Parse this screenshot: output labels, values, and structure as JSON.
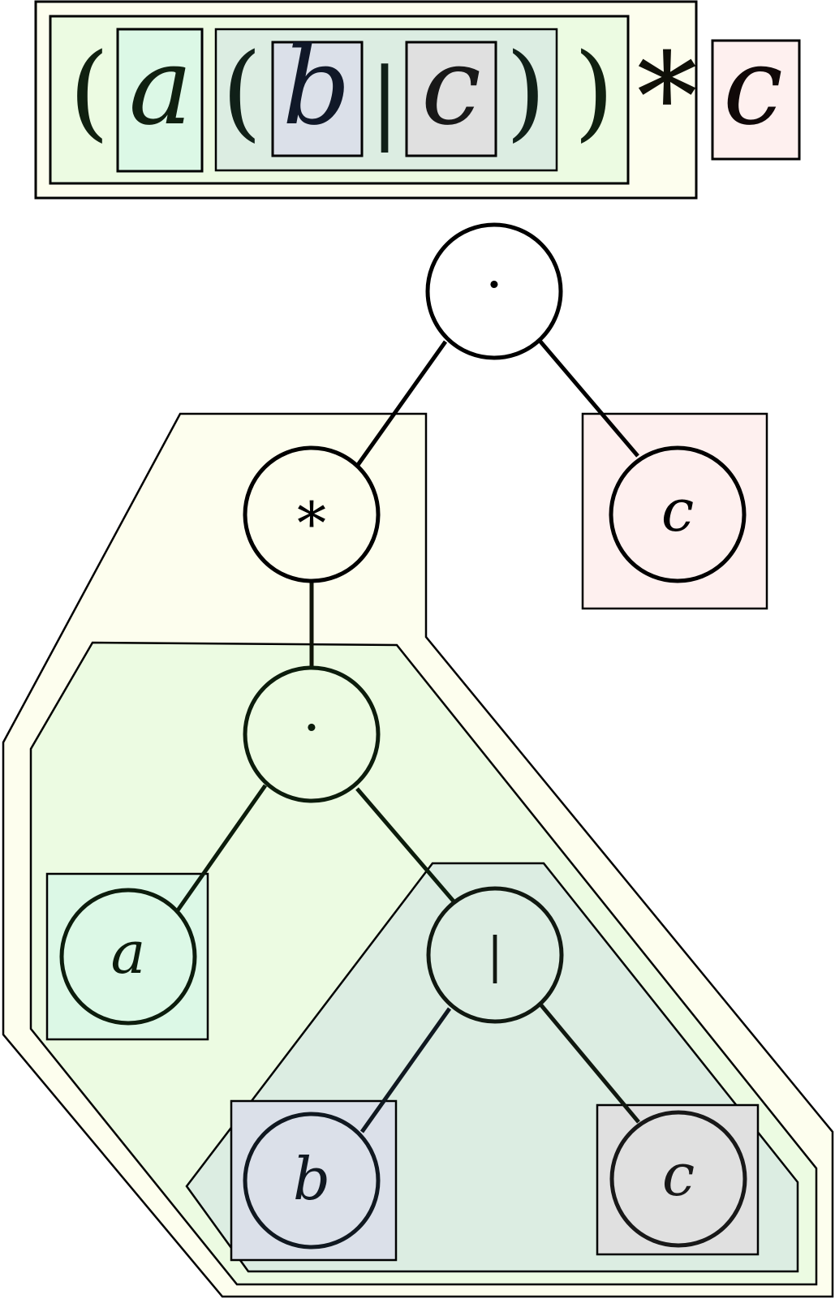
{
  "colors": {
    "star_group": "#fdfeee",
    "concat_group": "#ecfbe2",
    "alt_group": "#dcede2",
    "leaf_a": "#dcf8e6",
    "leaf_b": "#dbe0e9",
    "leaf_c_inner": "#e0e0e0",
    "leaf_c_outer": "#fef0ef",
    "stroke": "#000000",
    "node_fill": "#ffffff"
  },
  "expression": {
    "open_paren_outer": "(",
    "a": "a",
    "open_paren_inner": "(",
    "b": "b",
    "bar": "|",
    "c_inner": "c",
    "close_paren_inner": ")",
    "close_paren_outer": ")",
    "star": "*",
    "c_outer": "c"
  },
  "tree": {
    "root": "·",
    "star": "*",
    "concat": "·",
    "alt": "|",
    "leaf_a": "a",
    "leaf_b": "b",
    "leaf_c_inner": "c",
    "leaf_c_outer": "c"
  }
}
